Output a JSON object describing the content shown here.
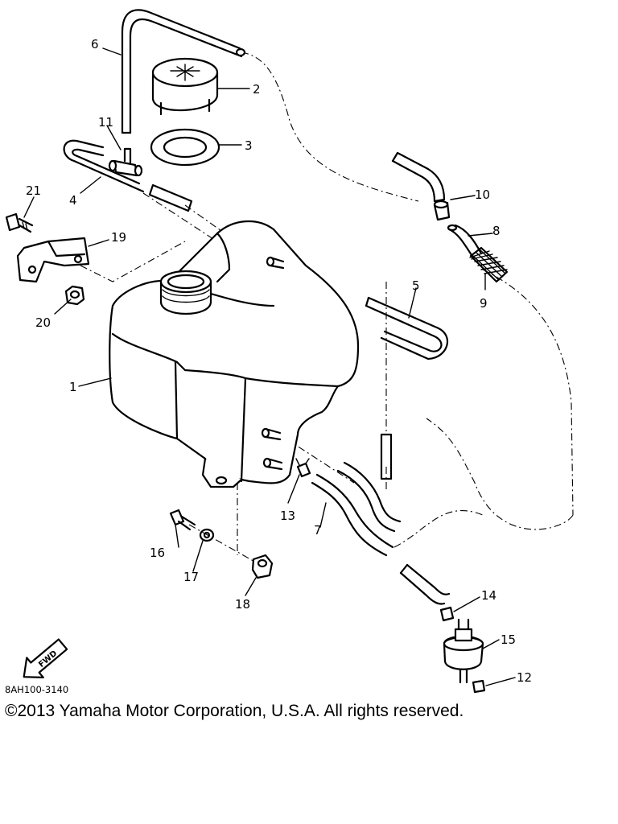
{
  "diagram": {
    "callouts": {
      "c1": "1",
      "c2": "2",
      "c3": "3",
      "c4": "4",
      "c5": "5",
      "c6": "6",
      "c7": "7",
      "c8": "8",
      "c9": "9",
      "c10": "10",
      "c11": "11",
      "c12": "12",
      "c13": "13",
      "c14": "14",
      "c15": "15",
      "c16": "16",
      "c17": "17",
      "c18": "18",
      "c19": "19",
      "c20": "20",
      "c21": "21"
    },
    "fwd_label": "FWD",
    "figure_code": "8AH100-3140"
  },
  "footer": {
    "copyright": "©2013 Yamaha Motor Corporation, U.S.A. All rights reserved."
  }
}
